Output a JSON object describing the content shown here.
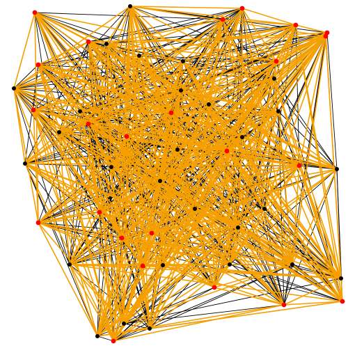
{
  "graph": {
    "edge_colors": {
      "primary": "#f5a000",
      "secondary": "#000000"
    },
    "node_colors": {
      "highlighted": "#ff0000",
      "regular": "#000000"
    },
    "node_count": 52,
    "edge_density": 0.62,
    "random_seed": 20240517
  }
}
